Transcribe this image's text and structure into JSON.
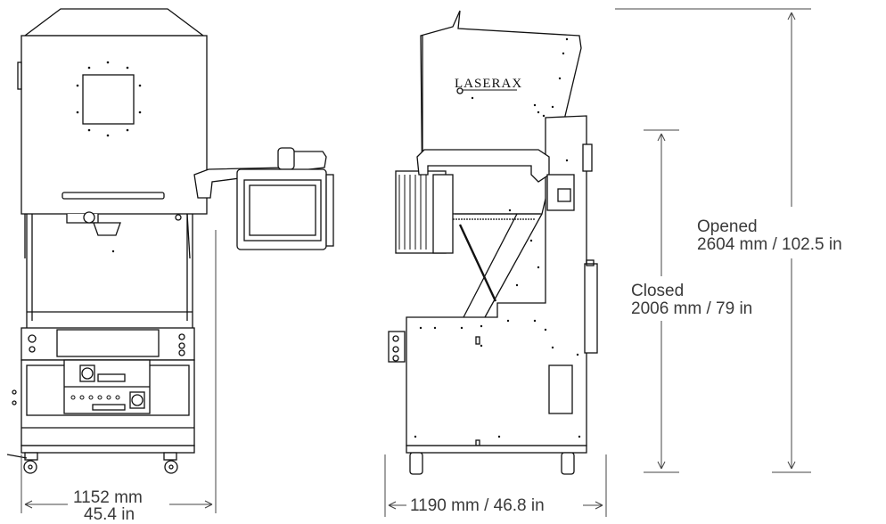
{
  "brand": {
    "logo_text": "LASERAX"
  },
  "dimensions": {
    "front_width": {
      "line1": "1152 mm",
      "line2": "45.4 in"
    },
    "side_depth": {
      "label": "1190 mm / 46.8 in"
    },
    "closed_height": {
      "line1": "Closed",
      "line2": "2006 mm / 79 in"
    },
    "opened_height": {
      "line1": "Opened",
      "line2": "2604 mm / 102.5 in"
    }
  }
}
